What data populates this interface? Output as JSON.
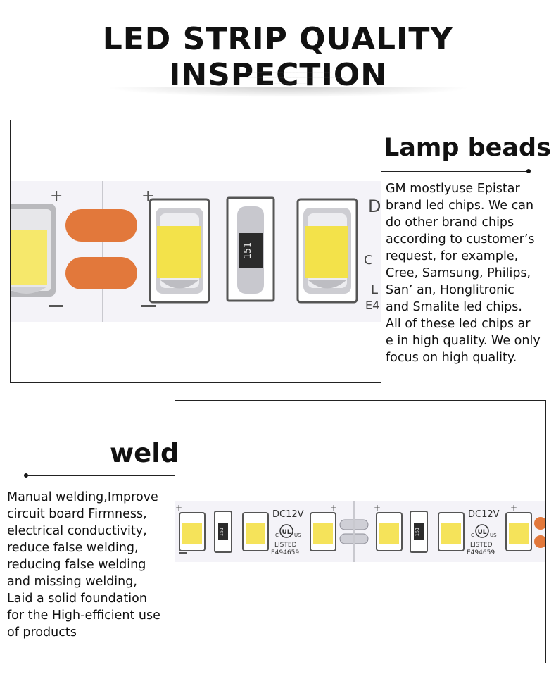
{
  "page_title": "LED STRIP QUALITY INSPECTION",
  "lamp": {
    "heading": "Lamp beads",
    "body": "GM mostlyuse Epistar\nbrand led chips. We can\ndo other brand chips\naccording to customer’s\nrequest, for example,\nCree, Samsung, Philips,\nSan’ an, Honglitronic\nand Smalite led chips.\nAll of these led chips ar\ne in high quality. We only\nfocus on high quality.",
    "resistor_code": "151",
    "partial_letters": [
      "D",
      "C",
      "L",
      "E4"
    ]
  },
  "weld": {
    "heading": "weld",
    "body": "Manual welding,Improve\ncircuit board Firmness,\nelectrical conductivity,\nreduce false welding,\nreducing false welding\nand missing welding,\nLaid a solid foundation\nfor the High-efficient use\nof products",
    "voltage": "DC12V",
    "resistor_code": "151",
    "cert_mark": "UL",
    "cert_c": "C",
    "cert_us": "US",
    "cert_listed": "LISTED",
    "cert_number": "E494659"
  },
  "colors": {
    "pcb": "#f4f3f8",
    "chip_yellow": "#f3e24a",
    "pad_orange": "#e2783b"
  }
}
